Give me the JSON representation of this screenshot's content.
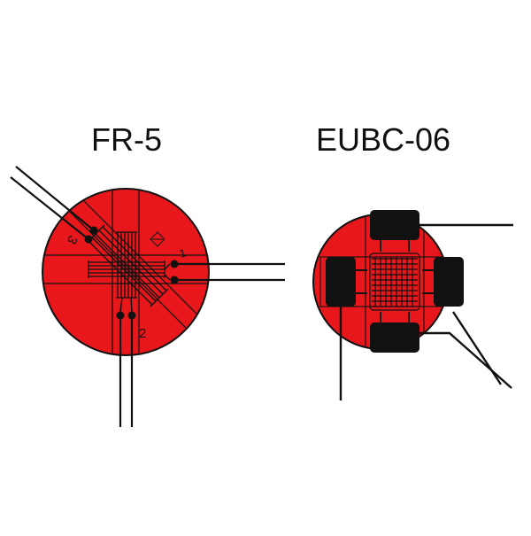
{
  "sensors": [
    {
      "name": "FR-5",
      "terminals": [
        "1",
        "2",
        "3"
      ]
    },
    {
      "name": "EUBC-06"
    }
  ],
  "colors": {
    "substrate": "#e8171c",
    "trace": "#111111",
    "background": "#ffffff"
  }
}
